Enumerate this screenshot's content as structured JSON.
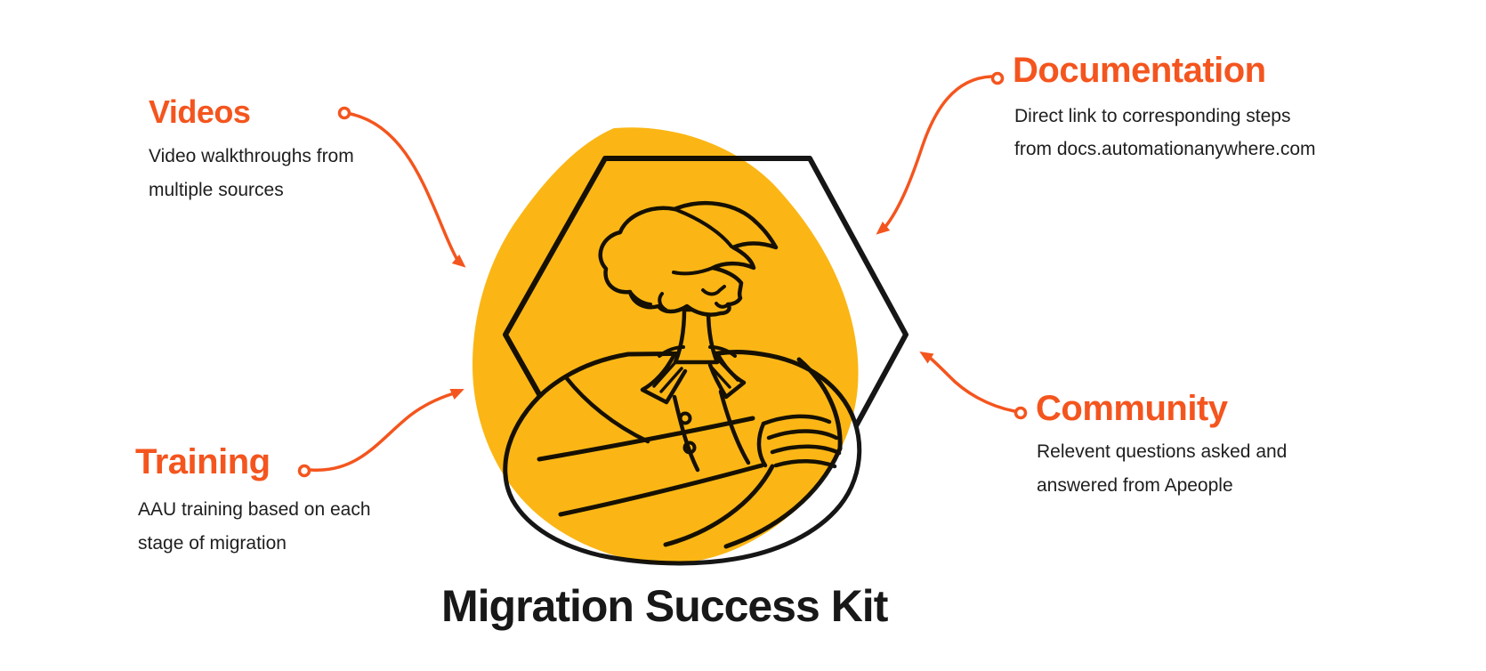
{
  "title": "Migration Success Kit",
  "sections": {
    "videos": {
      "title": "Videos",
      "line1": "Video walkthroughs from",
      "line2": "multiple sources"
    },
    "documentation": {
      "title": "Documentation",
      "line1": "Direct link to corresponding steps",
      "line2": "from docs.automationanywhere.com"
    },
    "training": {
      "title": "Training",
      "line1": "AAU training based on each",
      "line2": "stage of migration"
    },
    "community": {
      "title": "Community",
      "line1": "Relevent questions asked and",
      "line2": "answered from Apeople"
    }
  },
  "illustration": {
    "description": "line-art person with crossed arms inside black hexagon over yellow blob"
  },
  "colors": {
    "accent": "#F4551E",
    "blob": "#FBB615",
    "ink": "#161616",
    "text": "#1E1E1E",
    "title": "#181818",
    "bg": "#FFFFFF"
  }
}
